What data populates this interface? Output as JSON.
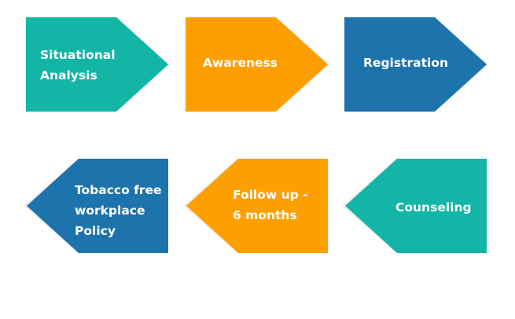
{
  "colors": {
    "teal": "#12b5a6",
    "orange": "#fd9f00",
    "blue": "#1d73ac",
    "shadow": "#eeeeee",
    "text": "#ffffff"
  },
  "steps": [
    {
      "id": "situational-analysis",
      "lines": [
        "Situational",
        "Analysis"
      ],
      "color": "#12b5a6",
      "direction": "right"
    },
    {
      "id": "awareness",
      "lines": [
        "Awareness"
      ],
      "color": "#fd9f00",
      "direction": "right"
    },
    {
      "id": "registration",
      "lines": [
        "Registration"
      ],
      "color": "#1d73ac",
      "direction": "right"
    },
    {
      "id": "tobacco-free-policy",
      "lines": [
        "Tobacco free",
        "workplace",
        "Policy"
      ],
      "color": "#1d73ac",
      "direction": "left"
    },
    {
      "id": "follow-up",
      "lines": [
        "Follow up -",
        "6 months"
      ],
      "color": "#fd9f00",
      "direction": "left"
    },
    {
      "id": "counseling",
      "lines": [
        "Counseling"
      ],
      "color": "#12b5a6",
      "direction": "left"
    }
  ]
}
